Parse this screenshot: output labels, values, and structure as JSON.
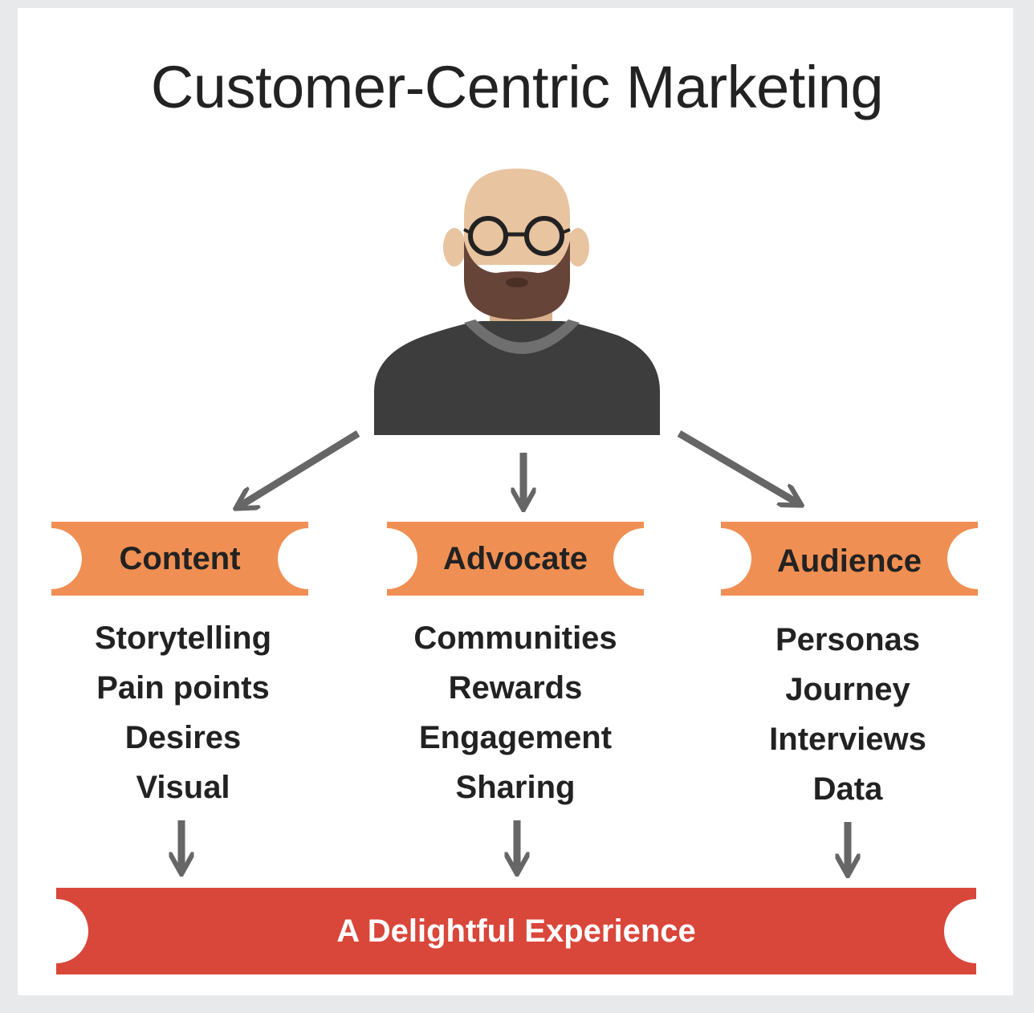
{
  "title": "Customer-Centric Marketing",
  "colors": {
    "ticket": "#f08f53",
    "banner": "#d9463a",
    "arrow": "#666666",
    "text": "#222222"
  },
  "columns": [
    {
      "label": "Content",
      "items": [
        "Storytelling",
        "Pain points",
        "Desires",
        "Visual"
      ]
    },
    {
      "label": "Advocate",
      "items": [
        "Communities",
        "Rewards",
        "Engagement",
        "Sharing"
      ]
    },
    {
      "label": "Audience",
      "items": [
        "Personas",
        "Journey",
        "Interviews",
        "Data"
      ]
    }
  ],
  "result": {
    "label": "A Delightful Experience"
  }
}
